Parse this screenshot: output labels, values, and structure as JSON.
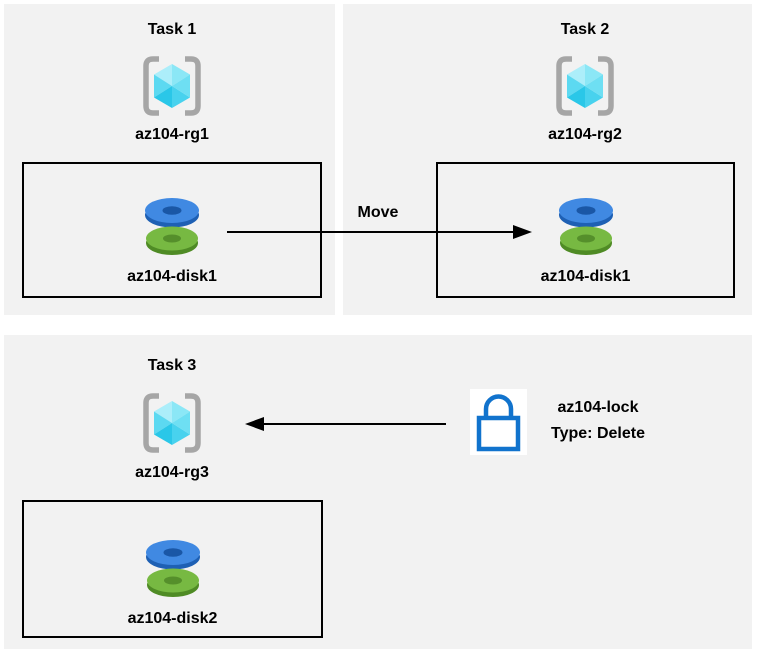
{
  "tasks": [
    {
      "title": "Task 1",
      "resource_group": "az104-rg1",
      "disk_name": "az104-disk1"
    },
    {
      "title": "Task 2",
      "resource_group": "az104-rg2",
      "disk_name": "az104-disk1"
    },
    {
      "title": "Task 3",
      "resource_group": "az104-rg3",
      "disk_name": "az104-disk2"
    }
  ],
  "move_arrow": {
    "label": "Move",
    "from": "az104-disk1 in az104-rg1",
    "to": "az104-rg2",
    "direction": "right"
  },
  "lock_arrow": {
    "from": "az104-lock",
    "to": "az104-rg3",
    "direction": "left"
  },
  "lock": {
    "name": "az104-lock",
    "type": "Type: Delete"
  },
  "icons": {
    "resource_group": "azure-resource-group-icon (gray brackets with cyan cube)",
    "disk": "managed-disk-icon (blue and green stacked discs)",
    "lock": "padlock-icon (blue outline on white card)"
  },
  "colors": {
    "page_bg": "#ffffff",
    "panel_bg": "#f2f2f2",
    "box_border": "#000000",
    "arrow": "#000000",
    "text": "#000000",
    "bracket_gray": "#a6a6a6",
    "cube_cyan_light": "#aceefa",
    "cube_cyan_dark": "#2ac7e8",
    "disk_blue": "#4089e2",
    "disk_blue_dark": "#1c5fb0",
    "disk_green": "#77b942",
    "disk_green_dark": "#4f8b25",
    "lock_blue": "#1173cd"
  }
}
